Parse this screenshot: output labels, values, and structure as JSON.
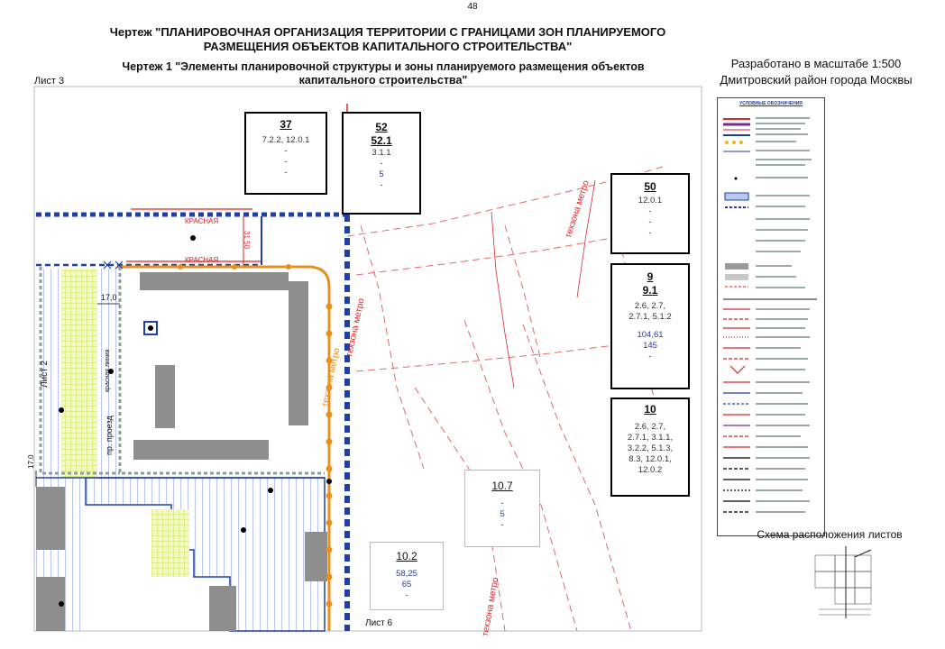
{
  "page_number": "48",
  "title_line1": "Чертеж \"ПЛАНИРОВОЧНАЯ ОРГАНИЗАЦИЯ ТЕРРИТОРИИ С ГРАНИЦАМИ ЗОН ПЛАНИРУЕМОГО",
  "title_line2": "РАЗМЕЩЕНИЯ ОБЪЕКТОВ КАПИТАЛЬНОГО СТРОИТЕЛЬСТВА\"",
  "subtitle_line1": "Чертеж 1 \"Элементы планировочной структуры и зоны планируемого размещения объектов",
  "subtitle_line2": "капитального строительства\"",
  "scale_line1": "Разработано в масштабе 1:500",
  "scale_line2": "Дмитровский район города Москвы",
  "sheet_labels": {
    "sheet3": "Лист 3",
    "sheet2": "Лист 2",
    "sheet6": "Лист 6"
  },
  "map_labels": {
    "krasnaya1": "КРАСНАЯ",
    "krasnaya2": "КРАСНАЯ",
    "techzone1": "техзона метро",
    "techzone2": "техзона метро",
    "techzone3": "техзона метро",
    "techzone4": "техзона метро",
    "proezd": "пр. проезд",
    "krasnaya_vert": "красная линия",
    "dim_17_0_a": "17,0",
    "dim_17_0_b": "17,0",
    "dim_31_50": "31,50"
  },
  "zones": {
    "z37": {
      "num": "37",
      "line1": "7.2.2, 12.0.1",
      "line2": "-",
      "line3": "-",
      "line4": "-"
    },
    "z52": {
      "num": "52",
      "sub": "52.1",
      "line1": "3.1.1",
      "line2": "-",
      "line3": "5",
      "line4": "-"
    },
    "z50": {
      "num": "50",
      "line1": "12.0.1",
      "line2": "-",
      "line3": "-",
      "line4": "-"
    },
    "z9": {
      "num": "9",
      "sub": "9.1",
      "line1": "2.6, 2.7,",
      "line2": "2.7.1, 5.1.2",
      "line3": "104,61",
      "line4": "145",
      "line5": "-"
    },
    "z10": {
      "num": "10",
      "line1": "2.6, 2.7,",
      "line2": "2.7.1, 3.1.1,",
      "line3": "3.2.2, 5.1.3,",
      "line4": "8.3, 12.0.1,",
      "line5": "12.0.2"
    },
    "z10_7": {
      "num": "10.7",
      "line1": "-",
      "line2": "5",
      "line3": "-"
    },
    "z10_2": {
      "num": "10.2",
      "line1": "58,25",
      "line2": "65",
      "line3": "-"
    }
  },
  "legend": {
    "title": "УСЛОВНЫЕ ОБОЗНАЧЕНИЯ"
  },
  "scheme_title": "Схема расположения листов",
  "colors": {
    "blue_boundary": "#1f3fa8",
    "red_line": "#d8262b",
    "orange_zone": "#e8901c",
    "building_gray": "#8e8e8e",
    "hatch_blue": "#3a5bd0",
    "hatch_green": "#c8dc3a"
  }
}
